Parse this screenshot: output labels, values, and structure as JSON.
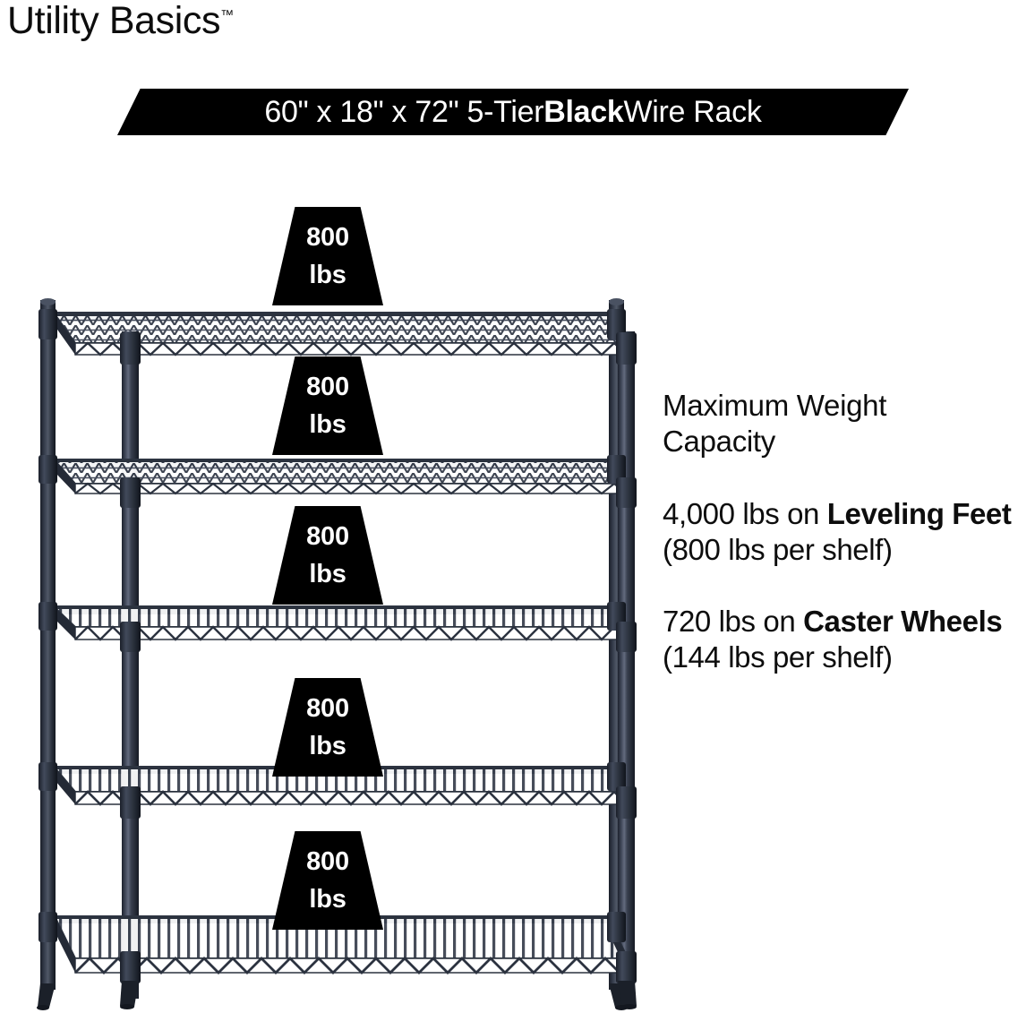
{
  "brand": {
    "name": "Utility Basics",
    "trademark": "™"
  },
  "banner": {
    "prefix": "60\" x 18\" x 72\" 5-Tier ",
    "emphasis": "Black",
    "suffix": " Wire Rack",
    "full_text": "60\" x 18\" x 72\" 5-Tier Black Wire Rack",
    "background_color": "#000000",
    "text_color": "#ffffff"
  },
  "product": {
    "width_in": "60\"",
    "depth_in": "18\"",
    "height_in": "72\"",
    "tiers": "5-Tier",
    "color": "Black",
    "type": "Wire Rack",
    "frame_color": "#2a3040"
  },
  "shelf_badges": [
    {
      "value": "800",
      "unit": "lbs"
    },
    {
      "value": "800",
      "unit": "lbs"
    },
    {
      "value": "800",
      "unit": "lbs"
    },
    {
      "value": "800",
      "unit": "lbs"
    },
    {
      "value": "800",
      "unit": "lbs"
    }
  ],
  "info": {
    "heading_line1": "Maximum Weight",
    "heading_line2": "Capacity",
    "leveling": {
      "amount": "4,000 lbs on ",
      "emphasis": "Leveling Feet",
      "detail": " (800 lbs per shelf)"
    },
    "caster": {
      "amount": "720 lbs on ",
      "emphasis": "Caster Wheels",
      "detail": " (144 lbs per shelf)"
    }
  }
}
